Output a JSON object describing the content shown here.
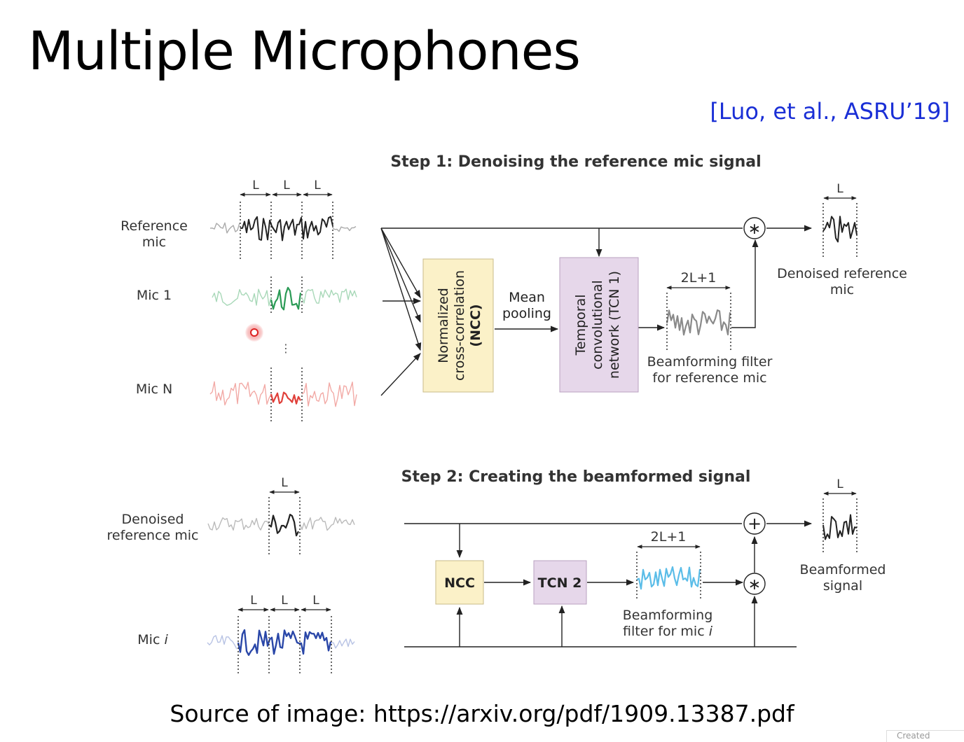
{
  "slide": {
    "title": "Multiple Microphones",
    "citation": "[Luo, et al., ASRU’19]",
    "source": "Source of image: https://arxiv.org/pdf/1909.13387.pdf",
    "created_tag": "Created"
  },
  "step1": {
    "heading": "Step 1: Denoising the reference mic signal",
    "ref_label_1": "Reference",
    "ref_label_2": "mic",
    "mic1_label": "Mic 1",
    "micn_label": "Mic N",
    "ellipsis": "⋮",
    "window_label": "L",
    "ncc_box": [
      "Normalized",
      "cross-correlation",
      "(NCC)"
    ],
    "mean_pooling": [
      "Mean",
      "pooling"
    ],
    "tcn_box": [
      "Temporal",
      "convolutional",
      "network (TCN 1)"
    ],
    "filter_width": "2L+1",
    "filter_caption": [
      "Beamforming filter",
      "for reference mic"
    ],
    "multiply_symbol": "∗",
    "output_caption": [
      "Denoised reference",
      "mic"
    ]
  },
  "step2": {
    "heading": "Step 2: Creating the beamformed signal",
    "denoised_label": [
      "Denoised",
      "reference mic"
    ],
    "mic_i_label": "Mic ",
    "mic_i_italic": "i",
    "window_label": "L",
    "ncc_box": "NCC",
    "tcn_box": "TCN 2",
    "filter_width": "2L+1",
    "filter_caption_1": "Beamforming",
    "filter_caption_2": "filter for mic ",
    "filter_caption_italic": "i",
    "plus_symbol": "+",
    "multiply_symbol": "∗",
    "output_caption": [
      "Beamformed",
      "signal"
    ]
  },
  "colors": {
    "citation_blue": "#1a2fd6",
    "ncc_fill": "#fbf1c8",
    "tcn_fill": "#e6d7ea",
    "ref_wave": "#222222",
    "mic1_wave": "#2a9a55",
    "micn_wave": "#e0403a",
    "mic_i_wave": "#2a47a8",
    "filter_gray": "#8a8a8a",
    "filter_blue": "#5bbde8"
  }
}
